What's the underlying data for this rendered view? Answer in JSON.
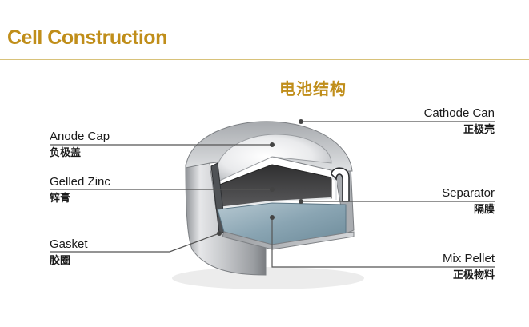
{
  "title": "Cell Construction",
  "title_cn": "电池结构",
  "colors": {
    "title": "#c08e1a",
    "rule": "#d8c27a",
    "text": "#1a1a1a",
    "leader": "#555555",
    "metal": "#b9bbbe",
    "zinc_gel": "#3e3e3e",
    "pellet": "#7e9aa8"
  },
  "labels": {
    "anode_cap": {
      "en": "Anode Cap",
      "zh": "负极盖"
    },
    "gelled_zinc": {
      "en": "Gelled Zinc",
      "zh": "锌膏"
    },
    "gasket": {
      "en": "Gasket",
      "zh": "胶圈"
    },
    "cathode_can": {
      "en": "Cathode Can",
      "zh": "正极壳"
    },
    "separator": {
      "en": "Separator",
      "zh": "隔膜"
    },
    "mix_pellet": {
      "en": "Mix Pellet",
      "zh": "正极物料"
    }
  }
}
